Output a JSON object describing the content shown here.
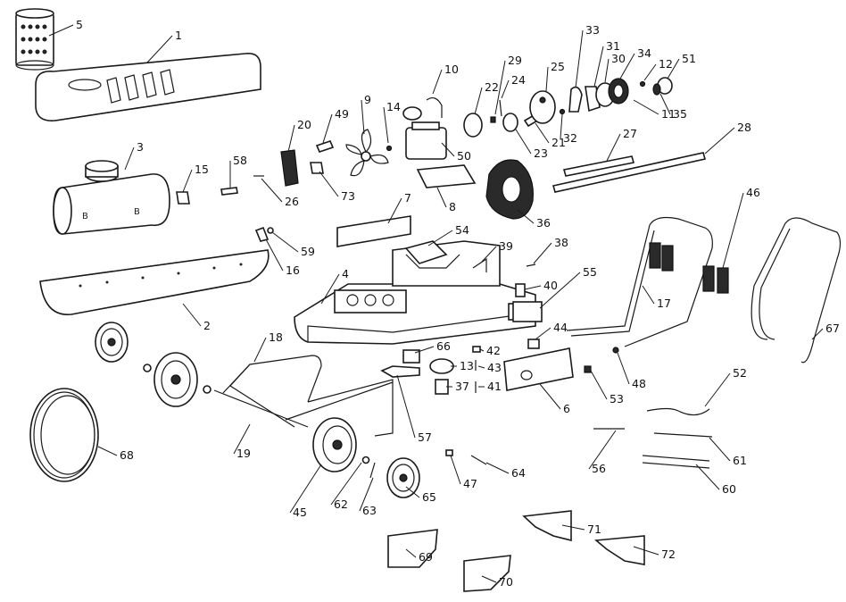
{
  "diagram": {
    "callouts": [
      {
        "id": "c1",
        "text": "1"
      },
      {
        "id": "c2",
        "text": "2"
      },
      {
        "id": "c3",
        "text": "3"
      },
      {
        "id": "c4",
        "text": "4"
      },
      {
        "id": "c5",
        "text": "5"
      },
      {
        "id": "c6",
        "text": "6"
      },
      {
        "id": "c7",
        "text": "7"
      },
      {
        "id": "c8",
        "text": "8"
      },
      {
        "id": "c9",
        "text": "9"
      },
      {
        "id": "c10",
        "text": "10"
      },
      {
        "id": "c11",
        "text": "11"
      },
      {
        "id": "c12",
        "text": "12"
      },
      {
        "id": "c13",
        "text": "13"
      },
      {
        "id": "c14",
        "text": "14"
      },
      {
        "id": "c15",
        "text": "15"
      },
      {
        "id": "c16",
        "text": "16"
      },
      {
        "id": "c17",
        "text": "17"
      },
      {
        "id": "c18",
        "text": "18"
      },
      {
        "id": "c19",
        "text": "19"
      },
      {
        "id": "c20",
        "text": "20"
      },
      {
        "id": "c21",
        "text": "21"
      },
      {
        "id": "c22",
        "text": "22"
      },
      {
        "id": "c23",
        "text": "23"
      },
      {
        "id": "c24",
        "text": "24"
      },
      {
        "id": "c25",
        "text": "25"
      },
      {
        "id": "c26",
        "text": "26"
      },
      {
        "id": "c27",
        "text": "27"
      },
      {
        "id": "c28",
        "text": "28"
      },
      {
        "id": "c29",
        "text": "29"
      },
      {
        "id": "c30",
        "text": "30"
      },
      {
        "id": "c31",
        "text": "31"
      },
      {
        "id": "c32",
        "text": "32"
      },
      {
        "id": "c33",
        "text": "33"
      },
      {
        "id": "c34",
        "text": "34"
      },
      {
        "id": "c35",
        "text": "35"
      },
      {
        "id": "c36",
        "text": "36"
      },
      {
        "id": "c37",
        "text": "37"
      },
      {
        "id": "c38",
        "text": "38"
      },
      {
        "id": "c39",
        "text": "39"
      },
      {
        "id": "c40",
        "text": "40"
      },
      {
        "id": "c41",
        "text": "41"
      },
      {
        "id": "c42",
        "text": "42"
      },
      {
        "id": "c43",
        "text": "43"
      },
      {
        "id": "c44",
        "text": "44"
      },
      {
        "id": "c45",
        "text": "45"
      },
      {
        "id": "c46",
        "text": "46"
      },
      {
        "id": "c47",
        "text": "47"
      },
      {
        "id": "c48",
        "text": "48"
      },
      {
        "id": "c49",
        "text": "49"
      },
      {
        "id": "c50",
        "text": "50"
      },
      {
        "id": "c51",
        "text": "51"
      },
      {
        "id": "c52",
        "text": "52"
      },
      {
        "id": "c53",
        "text": "53"
      },
      {
        "id": "c54",
        "text": "54"
      },
      {
        "id": "c55",
        "text": "55"
      },
      {
        "id": "c56",
        "text": "56"
      },
      {
        "id": "c57",
        "text": "57"
      },
      {
        "id": "c58",
        "text": "58"
      },
      {
        "id": "c59",
        "text": "59"
      },
      {
        "id": "c60",
        "text": "60"
      },
      {
        "id": "c61",
        "text": "61"
      },
      {
        "id": "c62",
        "text": "62"
      },
      {
        "id": "c63",
        "text": "63"
      },
      {
        "id": "c64",
        "text": "64"
      },
      {
        "id": "c65",
        "text": "65"
      },
      {
        "id": "c66",
        "text": "66"
      },
      {
        "id": "c67",
        "text": "67"
      },
      {
        "id": "c68",
        "text": "68"
      },
      {
        "id": "c69",
        "text": "69"
      },
      {
        "id": "c70",
        "text": "70"
      },
      {
        "id": "c71",
        "text": "71"
      },
      {
        "id": "c72",
        "text": "72"
      },
      {
        "id": "c73",
        "text": "73"
      }
    ]
  }
}
